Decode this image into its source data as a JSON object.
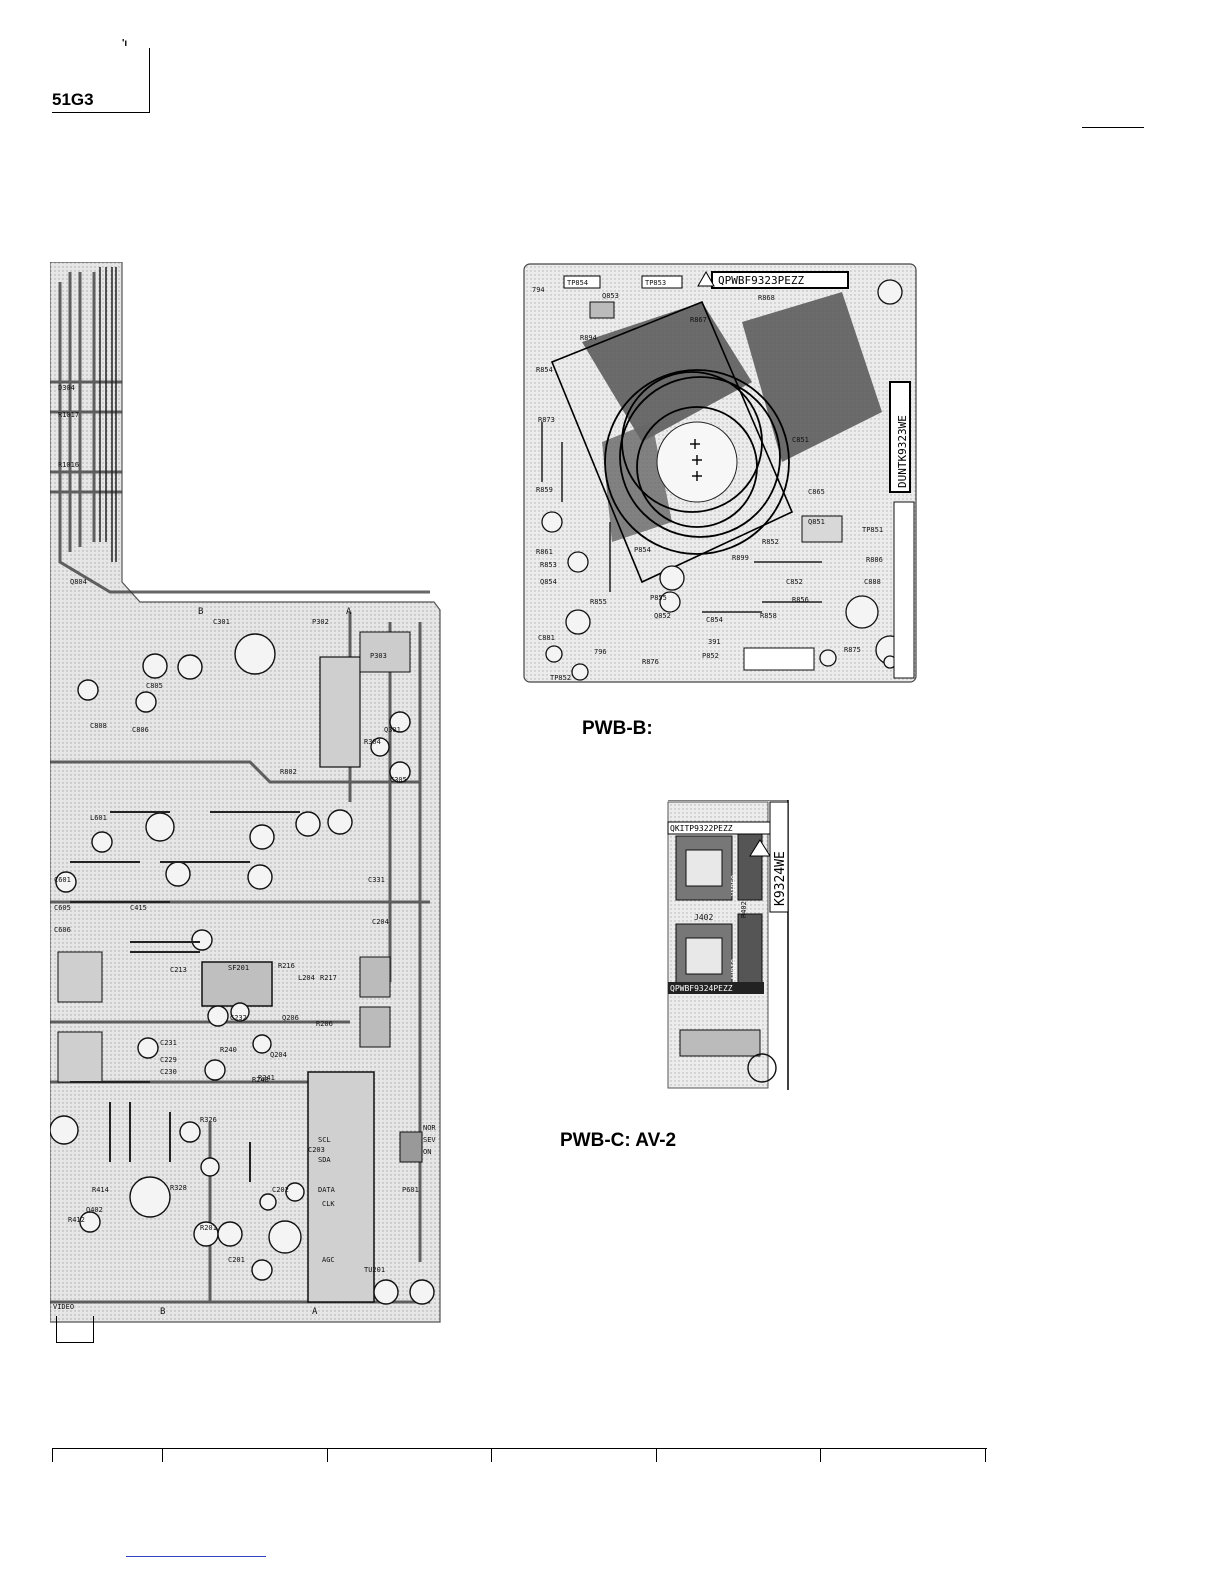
{
  "header": {
    "model": "51G3",
    "corner_mark": "'ı"
  },
  "pwb_b": {
    "caption": "PWB-B:",
    "part_number": "QPWBF9323PEZZ",
    "unit_number": "DUNTK9323WE",
    "labels": [
      "TP854",
      "TP853",
      "Q853",
      "R868",
      "R867",
      "R894",
      "C851",
      "C865",
      "Q851",
      "R852",
      "R899",
      "C852",
      "R858",
      "C854",
      "Q852",
      "R876",
      "C881",
      "R861",
      "R853",
      "Q854",
      "P854",
      "P855",
      "R855",
      "R859",
      "R873",
      "R854",
      "794",
      "796",
      "391",
      "TP852",
      "TP851",
      "C888",
      "R875",
      "R856",
      "R886",
      "P852"
    ]
  },
  "pwb_c": {
    "caption": "PWB-C: AV-2",
    "part_number_top": "QKITP9322PEZZ",
    "part_number_bottom": "QPWBF9324PEZZ",
    "unit_number": "K9324WE",
    "labels": [
      "J402",
      "VIDEO",
      "AUDIO",
      "R402"
    ]
  },
  "pwb_a": {
    "labels": [
      "VIDEO",
      "C301",
      "P302",
      "P303",
      "C305",
      "Q301",
      "R304",
      "C331",
      "C204",
      "R206",
      "C203",
      "C202",
      "C201",
      "R201",
      "R248",
      "R240",
      "C231",
      "C230",
      "C229",
      "Q206",
      "Q204",
      "C232",
      "R216",
      "L204",
      "R217",
      "SF201",
      "C213",
      "Q402",
      "R414",
      "R412",
      "C805",
      "C806",
      "C808",
      "Q804",
      "D304",
      "R1017",
      "R1016",
      "C601",
      "C605",
      "C606",
      "C415",
      "L601",
      "TU201",
      "AGC",
      "DATA",
      "CLK",
      "SCL",
      "SDA",
      "P601",
      "SEV",
      "NOR",
      "ON",
      "R802",
      "R326",
      "R328",
      "R241"
    ]
  }
}
